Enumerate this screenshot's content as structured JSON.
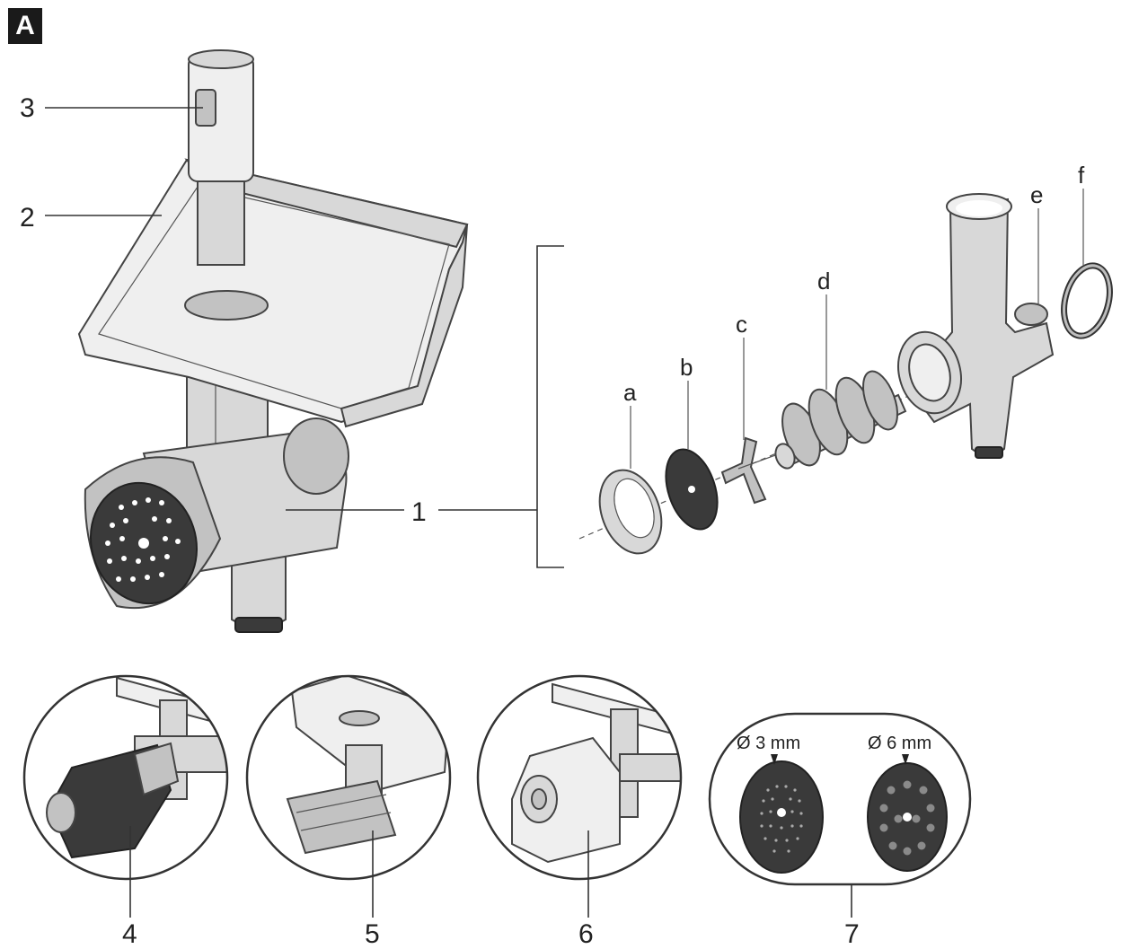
{
  "figure_label": "A",
  "main_callouts": {
    "c1": "1",
    "c2": "2",
    "c3": "3"
  },
  "parts": {
    "a": "a",
    "b": "b",
    "c": "c",
    "d": "d",
    "e": "e",
    "f": "f"
  },
  "details": {
    "d4": "4",
    "d5": "5",
    "d6": "6",
    "d7": "7"
  },
  "discs": {
    "small": "Ø 3 mm",
    "large": "Ø 6 mm"
  }
}
